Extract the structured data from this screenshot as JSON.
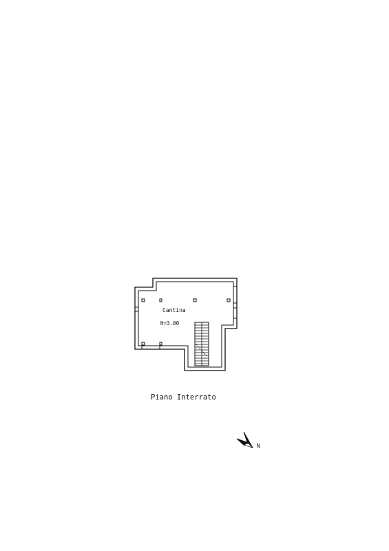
{
  "room": {
    "name": "Cantina",
    "height": "H=3.00"
  },
  "floor_title": "Piano Interrato",
  "compass": {
    "label": "N"
  },
  "colors": {
    "ink": "#111111",
    "background": "#ffffff"
  }
}
